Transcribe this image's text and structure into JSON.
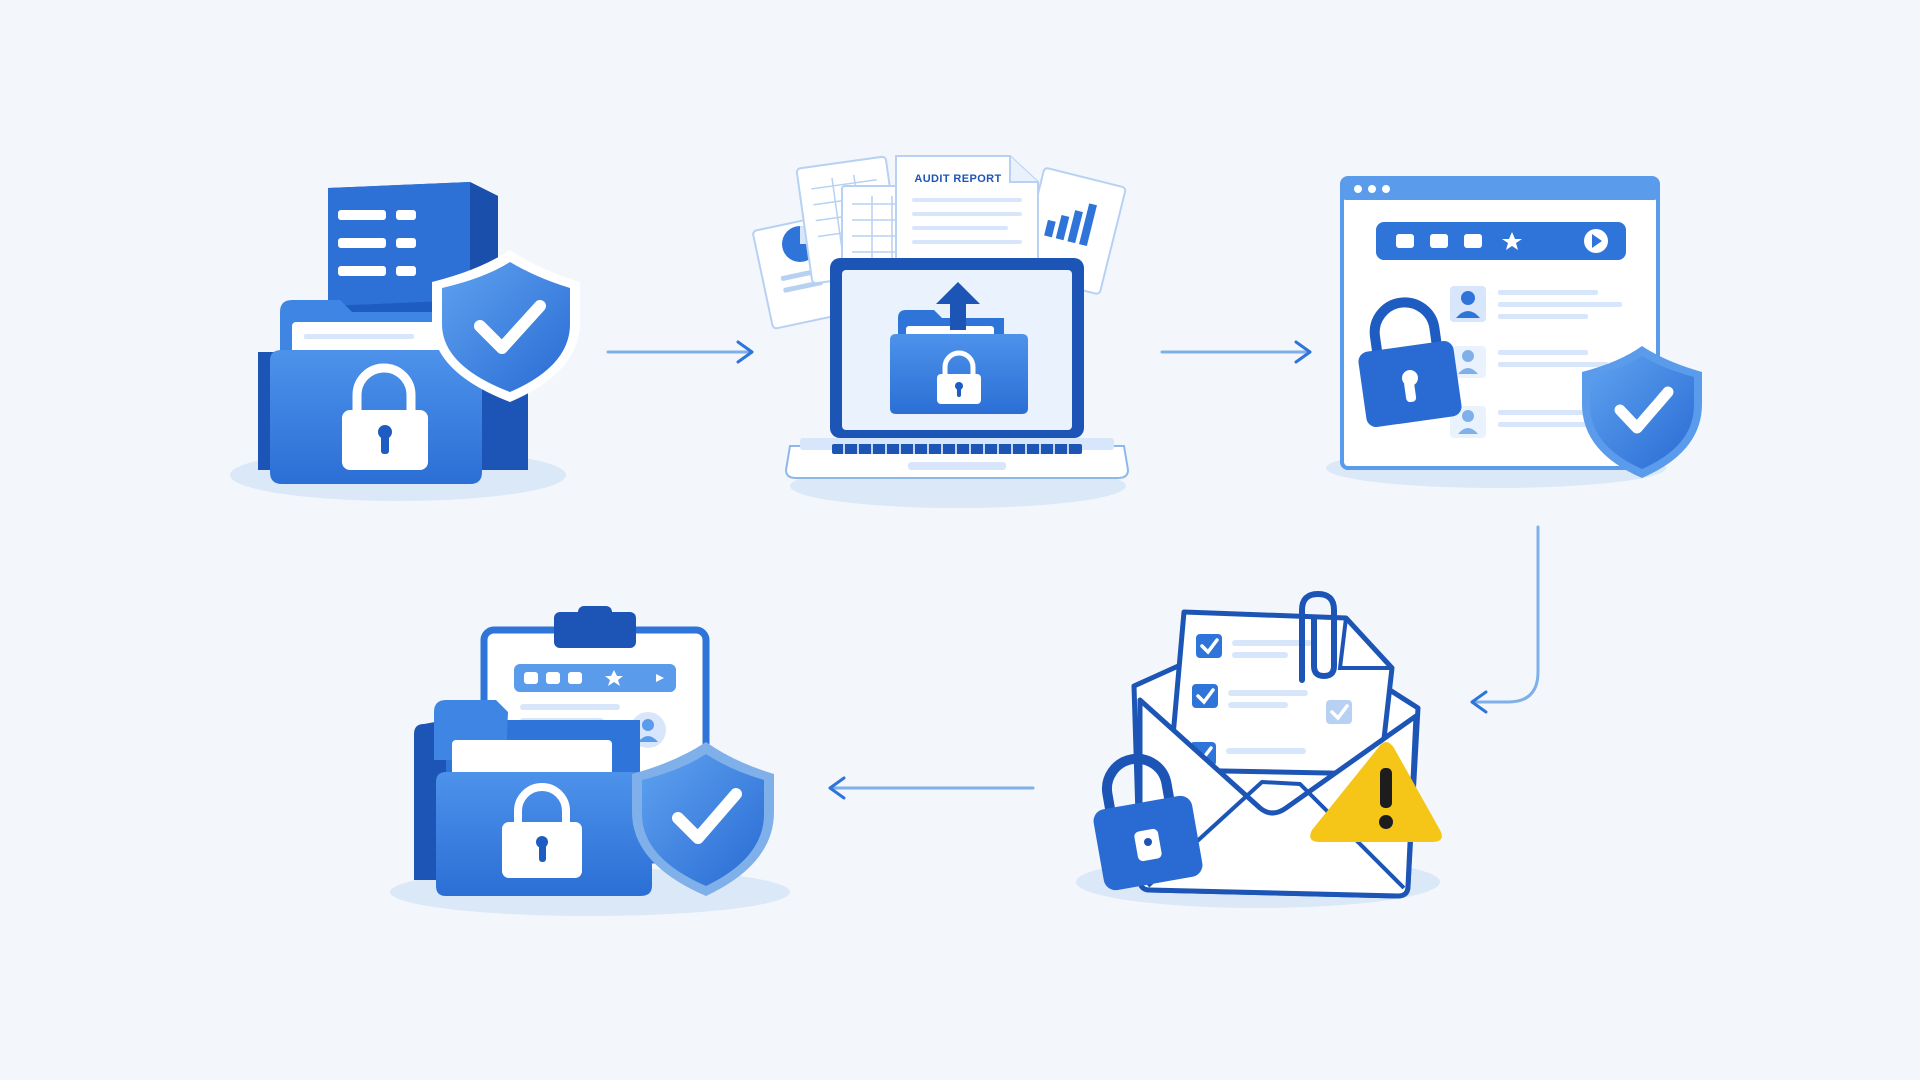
{
  "colors": {
    "background": "#f3f7fc",
    "primary_blue": "#2f74d8",
    "dark_blue": "#1c55b6",
    "light_blue": "#5a9bec",
    "pale_blue": "#d7e6fa",
    "shadow": "#dbe8f8",
    "arrow": "#7fb0ea",
    "warning_yellow": "#f5c518",
    "white": "#ffffff"
  },
  "steps": [
    {
      "icon": "secure-storage-icon"
    },
    {
      "icon": "laptop-upload-icon",
      "document_label": "AUDIT REPORT"
    },
    {
      "icon": "secure-web-app-icon"
    },
    {
      "icon": "email-alert-icon"
    },
    {
      "icon": "secure-records-icon"
    }
  ],
  "connectors": [
    {
      "from": 1,
      "to": 2,
      "direction": "right"
    },
    {
      "from": 2,
      "to": 3,
      "direction": "right"
    },
    {
      "from": 3,
      "to": 4,
      "direction": "down-left"
    },
    {
      "from": 4,
      "to": 5,
      "direction": "left"
    }
  ]
}
